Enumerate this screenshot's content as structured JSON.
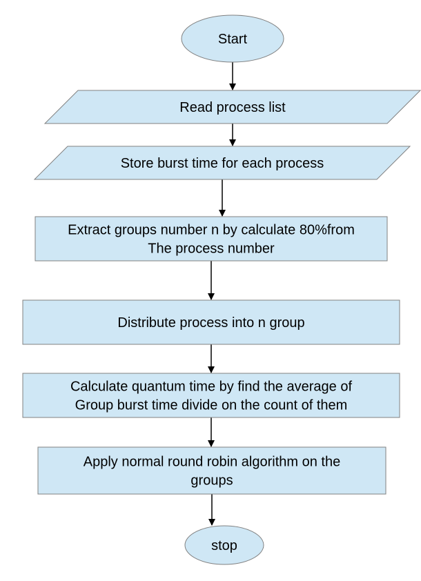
{
  "diagram": {
    "shape_fill": "#cfe7f5",
    "shape_stroke": "#808080",
    "arrow_color": "#000000",
    "nodes": [
      {
        "id": "start",
        "shape": "terminal",
        "lines": [
          "Start"
        ]
      },
      {
        "id": "read-process-list",
        "shape": "data",
        "lines": [
          "Read process list"
        ]
      },
      {
        "id": "store-burst-time",
        "shape": "data",
        "lines": [
          "Store burst time for each process"
        ]
      },
      {
        "id": "extract-groups-number",
        "shape": "process",
        "lines": [
          "Extract groups number n by calculate 80%from",
          "The process number"
        ]
      },
      {
        "id": "distribute-process",
        "shape": "process",
        "lines": [
          "Distribute process into n group"
        ]
      },
      {
        "id": "calculate-quantum-time",
        "shape": "process",
        "lines": [
          "Calculate quantum time by find the average of",
          "Group burst time divide on the count of them"
        ]
      },
      {
        "id": "apply-round-robin",
        "shape": "process",
        "lines": [
          "Apply normal round robin algorithm on the",
          "groups"
        ]
      },
      {
        "id": "stop",
        "shape": "terminal",
        "lines": [
          "stop"
        ]
      }
    ],
    "edges": [
      {
        "from": "start",
        "to": "read-process-list"
      },
      {
        "from": "read-process-list",
        "to": "store-burst-time"
      },
      {
        "from": "store-burst-time",
        "to": "extract-groups-number"
      },
      {
        "from": "extract-groups-number",
        "to": "distribute-process"
      },
      {
        "from": "distribute-process",
        "to": "calculate-quantum-time"
      },
      {
        "from": "calculate-quantum-time",
        "to": "apply-round-robin"
      },
      {
        "from": "apply-round-robin",
        "to": "stop"
      }
    ]
  }
}
